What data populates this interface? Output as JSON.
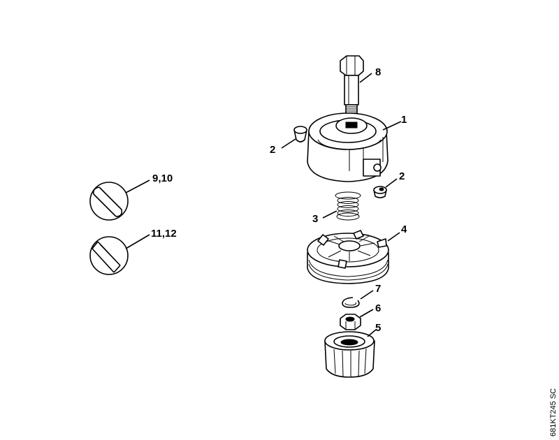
{
  "labels": {
    "bolt": "8",
    "housing": "1",
    "plug_left": "2",
    "plug_right": "2",
    "spring": "3",
    "spool": "4",
    "ring": "7",
    "nut": "6",
    "cap": "5",
    "line_round": "9,10",
    "line_square": "11,12"
  },
  "drawing_code": "681KT245 SC"
}
